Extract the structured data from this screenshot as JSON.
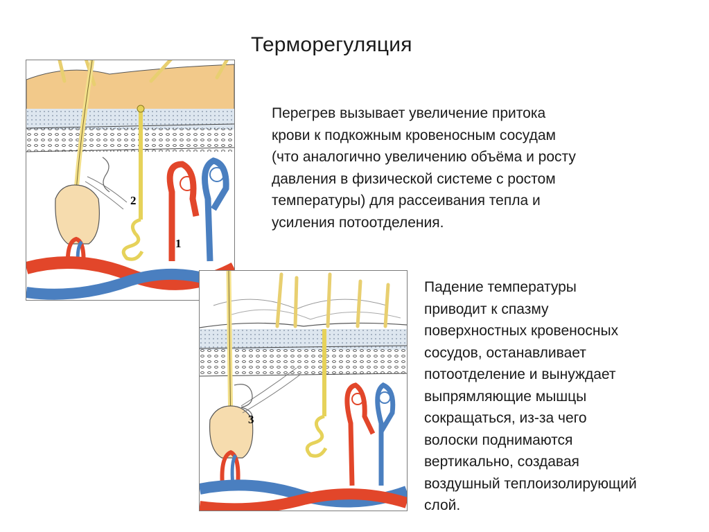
{
  "slide": {
    "title": "Терморегуляция",
    "paragraph_1": [
      "Перегрев вызывает увеличение притока",
      "крови к подкожным кровеносным сосудам",
      "(что аналогично увеличению объёма и росту",
      "давления  в физической системе с ростом",
      "температуры) для рассеивания тепла и",
      "усиления потоотделения."
    ],
    "paragraph_2": [
      "Падение температуры",
      "приводит к спазму",
      "поверхностных кровеносных",
      "сосудов, останавливает",
      "потоотделение и вынуждает",
      "выпрямляющие мышцы",
      "сокращаться, из-за чего",
      "волоски поднимаются",
      "вертикально, создавая",
      "воздушный теплоизолирующий",
      "слой."
    ]
  },
  "figure_1": {
    "labels": [
      "2",
      "1"
    ]
  },
  "figure_2": {
    "labels": [
      "3"
    ]
  },
  "colors": {
    "epidermis": "#f2c98a",
    "dermis_dots": "#dde6ef",
    "hair": "#f3e08a",
    "artery": "#e2462a",
    "vein": "#4a7fc0",
    "follicle": "#f6dcae"
  }
}
